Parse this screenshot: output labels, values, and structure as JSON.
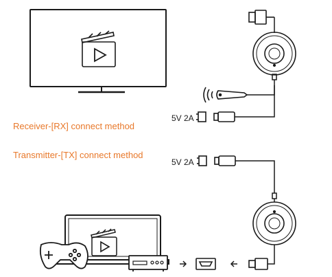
{
  "labels": {
    "receiver_method": "Receiver-[RX] connect method",
    "transmitter_method": "Transmitter-[TX] connect method",
    "rx_power": "5V 2A",
    "tx_power": "5V 2A"
  },
  "colors": {
    "accent": "#e8782a",
    "line": "#1a1a1a",
    "background": "#ffffff"
  },
  "icons": [
    "tv-icon",
    "clapperboard-play-icon",
    "hdmi-plug-icon",
    "puck-receiver-icon",
    "wireless-antenna-icon",
    "usb-power-adapter-icon",
    "laptop-icon",
    "gamepad-icon",
    "set-top-box-icon",
    "hdmi-port-icon",
    "arrow-right-icon",
    "arrow-left-icon",
    "puck-transmitter-icon"
  ]
}
